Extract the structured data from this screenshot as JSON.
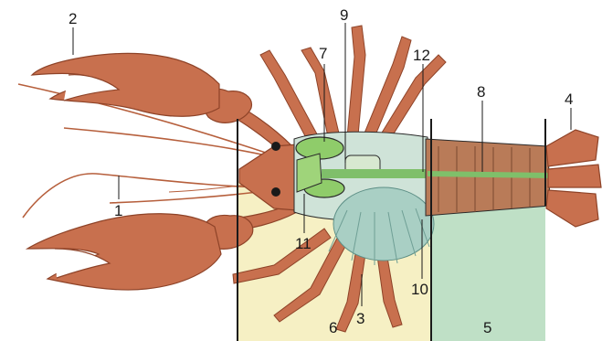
{
  "figure": {
    "labels": {
      "l1": "1",
      "l2": "2",
      "l3": "3",
      "l4": "4",
      "l5": "5",
      "l6": "6",
      "l7": "7",
      "l8": "8",
      "l9": "9",
      "l10": "10",
      "l11": "11",
      "l12": "12"
    },
    "colors": {
      "shell": "#c8704e",
      "shell_dark": "#8e4328",
      "shell_light": "#e39a78",
      "cephalothorax_panel": "#f6f0c4",
      "abdomen_panel": "#bfe0c6",
      "gills": "#a9cfc4",
      "organ_green": "#8fcc6a",
      "gut_green": "#7fbf6a",
      "muscle": "#b97b58",
      "outline": "#2b2b2b"
    }
  }
}
